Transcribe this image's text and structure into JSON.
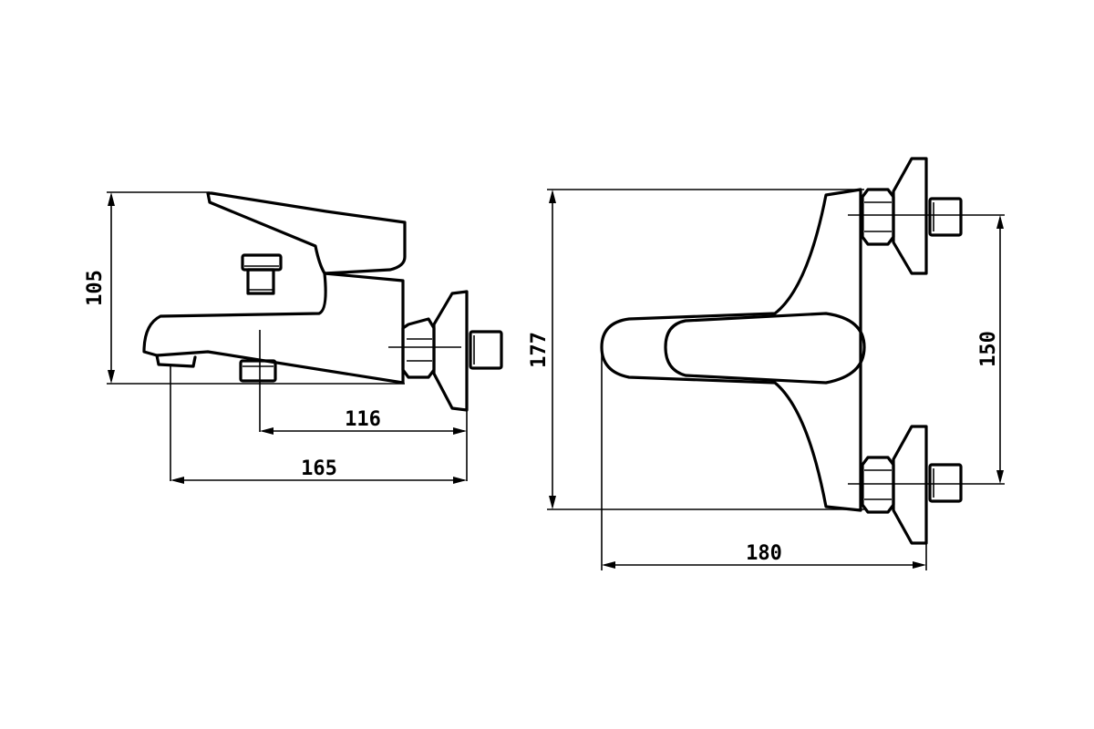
{
  "dimensions": {
    "height": "105",
    "outlet_offset": "116",
    "overall_depth": "165",
    "total_height": "177",
    "inlet_spacing": "150",
    "width": "180"
  },
  "colors": {
    "line": "#000000",
    "background": "#ffffff"
  }
}
